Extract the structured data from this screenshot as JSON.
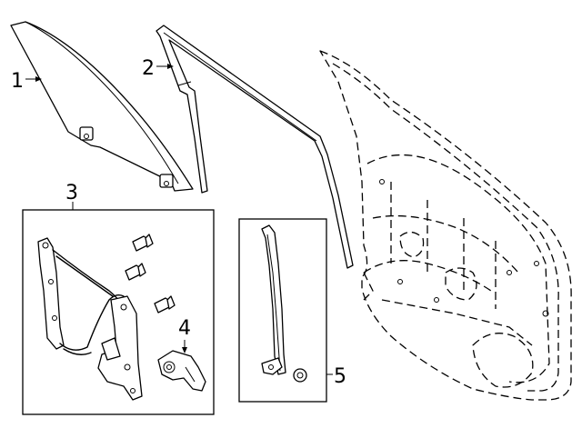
{
  "callouts": {
    "glass": "1",
    "run_channel": "2",
    "regulator_kit": "3",
    "motor": "4",
    "guide_rail": "5"
  }
}
